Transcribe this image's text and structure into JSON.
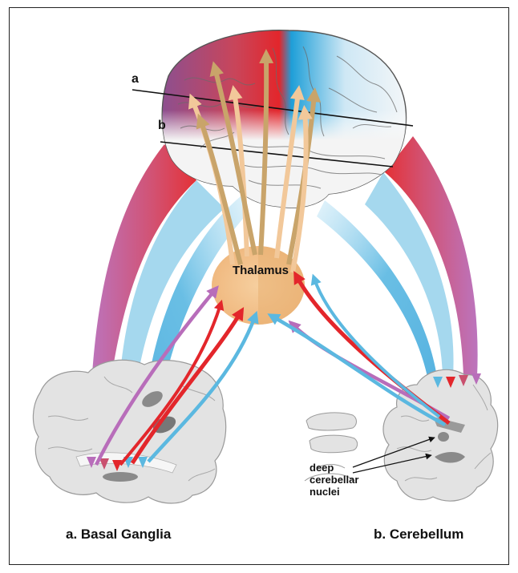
{
  "labels": {
    "section_a_marker": "a",
    "section_b_marker": "b",
    "thalamus": "Thalamus",
    "nuclei_line1": "deep",
    "nuclei_line2": "cerebellar",
    "nuclei_line3": "nuclei",
    "caption_left": "a. Basal Ganglia",
    "caption_right": "b. Cerebellum"
  },
  "colors": {
    "motor_red": "#e3262b",
    "purple": "#b86dba",
    "blue": "#5bb8e0",
    "tan": "#c9a46a",
    "light_tan": "#f2c89a",
    "thalamus_fill": "#f3c48d",
    "tissue": "#e6e6e6",
    "nuclei": "#8a8a8a"
  }
}
